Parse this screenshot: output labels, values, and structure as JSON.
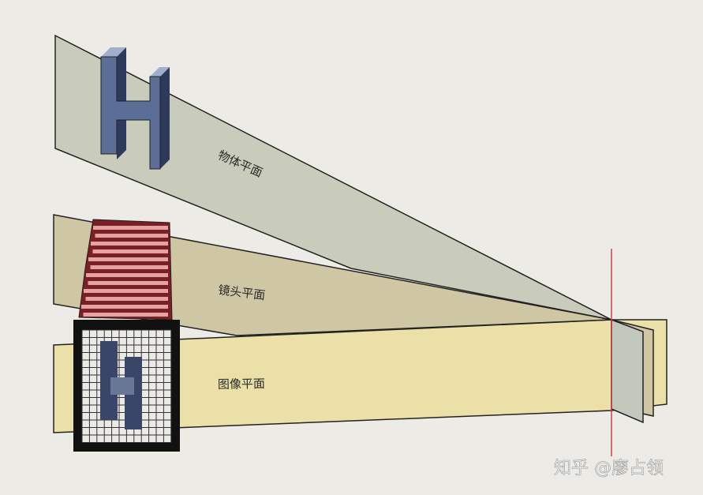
{
  "labels": {
    "object_plane": "物体平面",
    "lens_plane": "镜头平面",
    "image_plane": "图像平面"
  },
  "watermark": "知乎 @廖占领",
  "colors": {
    "background": "#ecebe6",
    "object_plane": "#c9ccbb",
    "lens_plane": "#cfc6a4",
    "image_plane": "#ebe0a8",
    "h_letter": "#5b6e98",
    "bellows": "#b5454a",
    "focus_line": "#d0404a"
  }
}
